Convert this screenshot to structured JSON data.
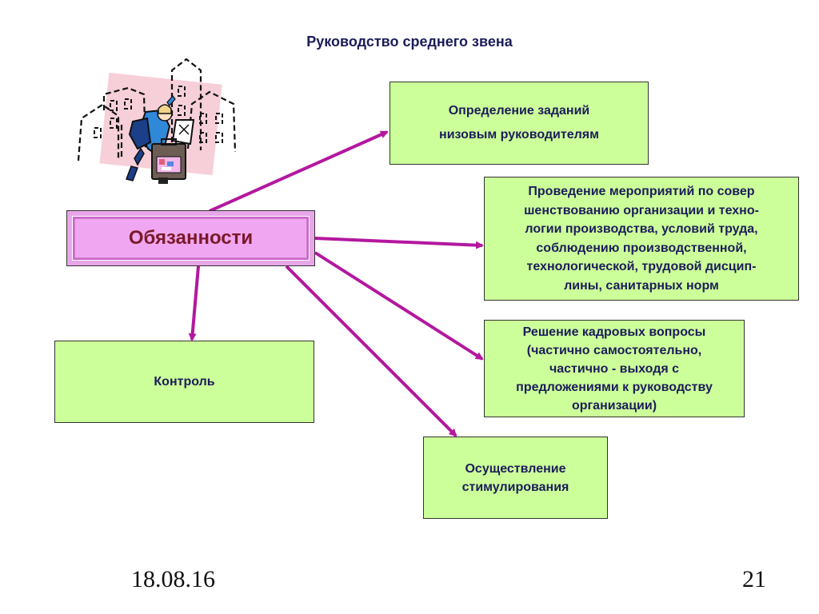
{
  "title": "Руководство среднего звена",
  "center": {
    "label": "Обязанности"
  },
  "boxes": {
    "tasks": "Определение заданий\nнизовым руководителям",
    "improvement": "Проведение мероприятий по совер\nшенствованию организации и техно-\nлогии производства, условий труда,\nсоблюдению производственной,\nтехнологической, трудовой дисцип-\nлины, санитарных норм",
    "hr": "Решение кадровых вопросы\n(частично самостоятельно,\nчастично - выходя с\nпредложениями к руководству\nорганизации)",
    "control": "Контроль",
    "stimulation": "Осуществление\nстимулирования"
  },
  "footer": {
    "date": "18.08.16",
    "page": "21"
  },
  "colors": {
    "box_fill": "#ccff99",
    "center_fill": "#f0a6f0",
    "arrow": "#b3189e",
    "text": "#1c1c5a",
    "center_text": "#7a1a2a"
  },
  "icons": {
    "clipart": "businessman-with-briefcase-city-clipart"
  }
}
